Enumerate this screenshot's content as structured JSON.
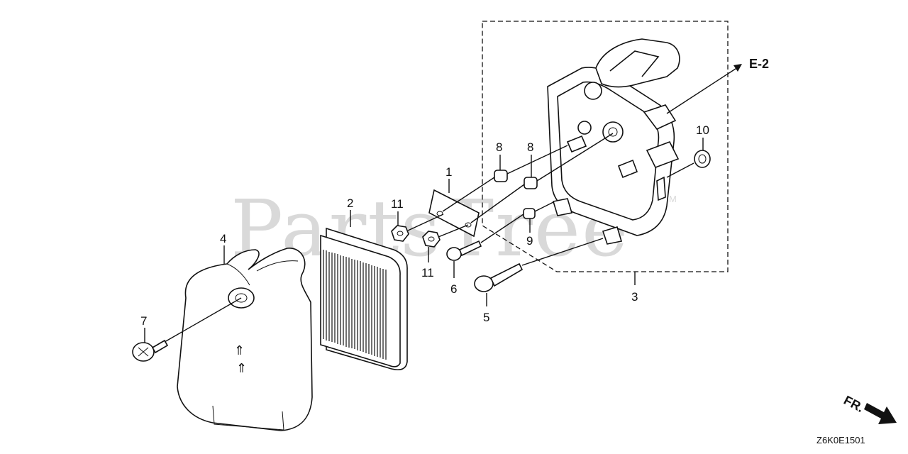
{
  "diagram": {
    "watermark": "PartsTree",
    "watermark_tm": "TM",
    "reference_label": "E-2",
    "direction_label": "FR.",
    "diagram_code": "Z6K0E1501",
    "callouts": {
      "c1": "1",
      "c2": "2",
      "c3": "3",
      "c4": "4",
      "c5": "5",
      "c6": "6",
      "c7": "7",
      "c8a": "8",
      "c8b": "8",
      "c9": "9",
      "c10": "10",
      "c11a": "11",
      "c11b": "11"
    }
  }
}
